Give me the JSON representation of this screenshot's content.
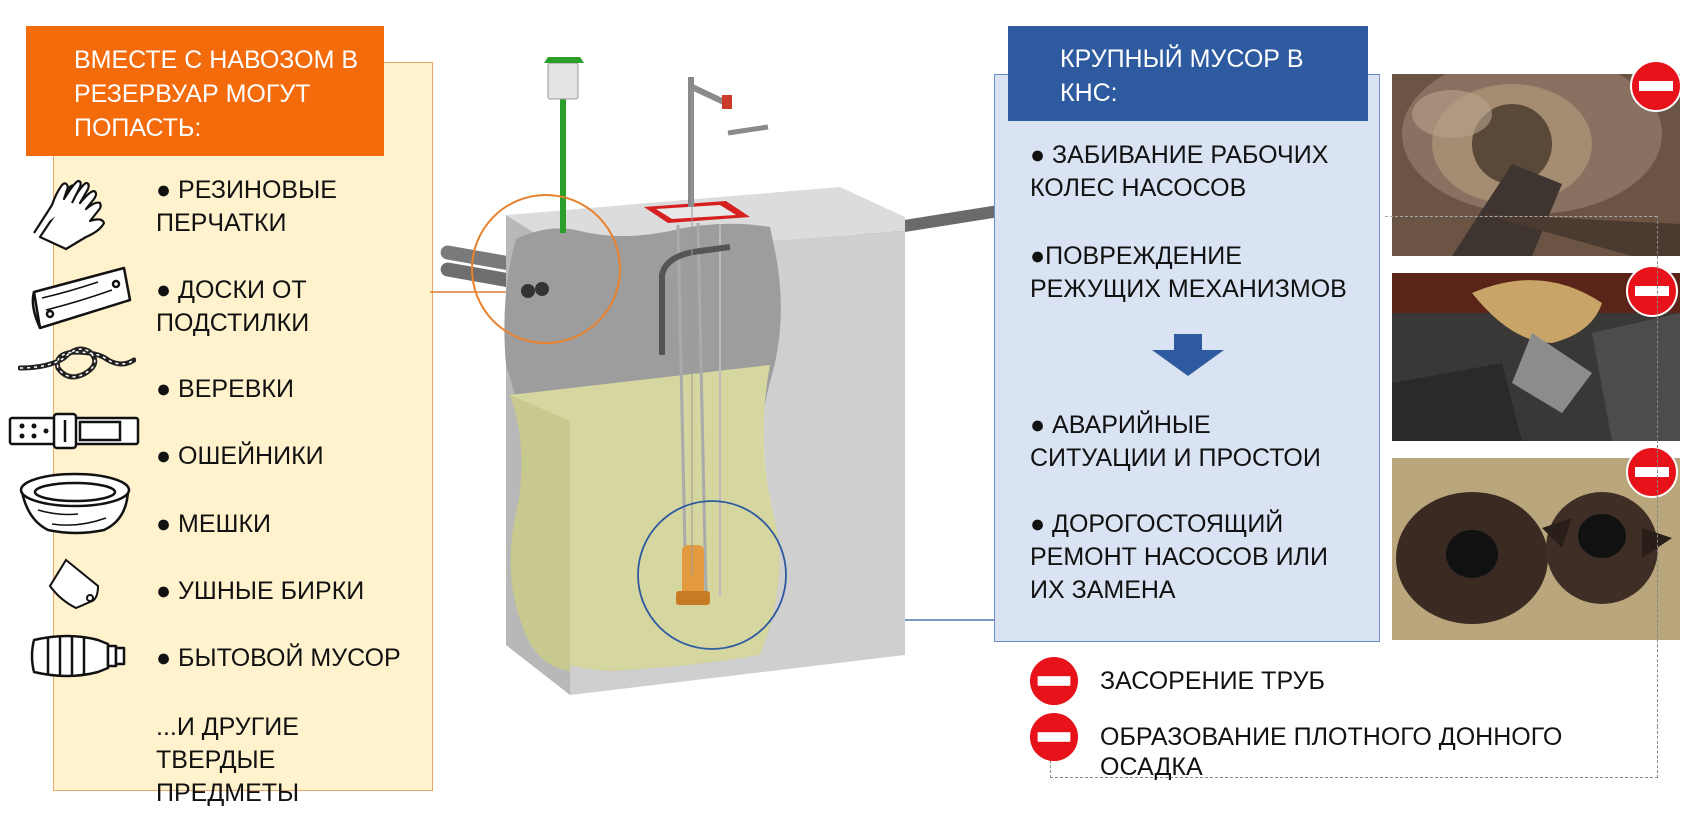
{
  "left": {
    "title": "ВМЕСТЕ С НАВОЗОМ В РЕЗЕРВУАР МОГУТ ПОПАСТЬ:",
    "items": [
      {
        "icon": "glove-icon",
        "text": "● РЕЗИНОВЫЕ ПЕРЧАТКИ"
      },
      {
        "icon": "board-icon",
        "text": "● ДОСКИ ОТ ПОДСТИЛКИ"
      },
      {
        "icon": "rope-icon",
        "text": "● ВЕРЕВКИ"
      },
      {
        "icon": "collar-icon",
        "text": "● ОШЕЙНИКИ"
      },
      {
        "icon": "sack-icon",
        "text": "● МЕШКИ"
      },
      {
        "icon": "ear-tag-icon",
        "text": "● УШНЫЕ БИРКИ"
      },
      {
        "icon": "bottle-icon",
        "text": "● БЫТОВОЙ МУСОР"
      },
      {
        "icon": "",
        "text": "...И ДРУГИЕ ТВЕРДЫЕ ПРЕДМЕТЫ"
      }
    ]
  },
  "right": {
    "title": "КРУПНЫЙ МУСОР В КНС:",
    "items": [
      "● ЗАБИВАНИЕ РАБОЧИХ КОЛЕС НАСОСОВ",
      "●ПОВРЕЖДЕНИЕ РЕЖУЩИХ  МЕХАНИЗМОВ",
      "● АВАРИЙНЫЕ СИТУАЦИИ И ПРОСТОИ",
      "● ДОРОГОСТОЯЩИЙ РЕМОНТ НАСОСОВ ИЛИ ИХ ЗАМЕНА"
    ]
  },
  "bottom": [
    "ЗАСОРЕНИЕ ТРУБ",
    "ОБРАЗОВАНИЕ ПЛОТНОГО ДОННОГО ОСАДКА"
  ],
  "colors": {
    "left_header": "#f46b0c",
    "left_panel": "#fff2cc",
    "right_header": "#2e5aa0",
    "right_panel": "#dae3f3",
    "no_entry": "#e8121b",
    "slurry": "#d8d9a0",
    "concrete": "#cfcfcf"
  }
}
